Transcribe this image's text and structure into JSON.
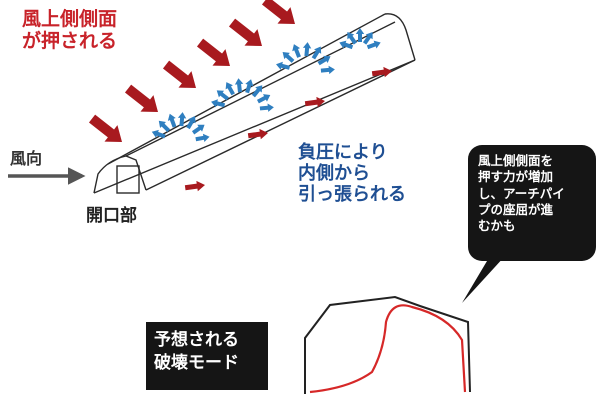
{
  "labels": {
    "windward": "風上側側面\nが押される",
    "negative_pressure": "負圧により\n内側から\n引っ張られる",
    "wind_direction": "風向",
    "opening": "開口部",
    "callout": "風上側側面を\n押す力が増加\nし、アーチパイ\nプの座屈が進\nむかも",
    "failure_mode": "予想される\n破壊モード"
  },
  "icons": {
    "push_arrow": "red-push-arrow",
    "suction_arrow": "blue-suction-arrow",
    "wind_arrow": "wind-direction-arrow"
  },
  "colors": {
    "push": "#a81a1f",
    "suction": "#2f7fc0",
    "outline": "#222222",
    "deformed": "#d62828",
    "callout_bg": "#151515"
  }
}
